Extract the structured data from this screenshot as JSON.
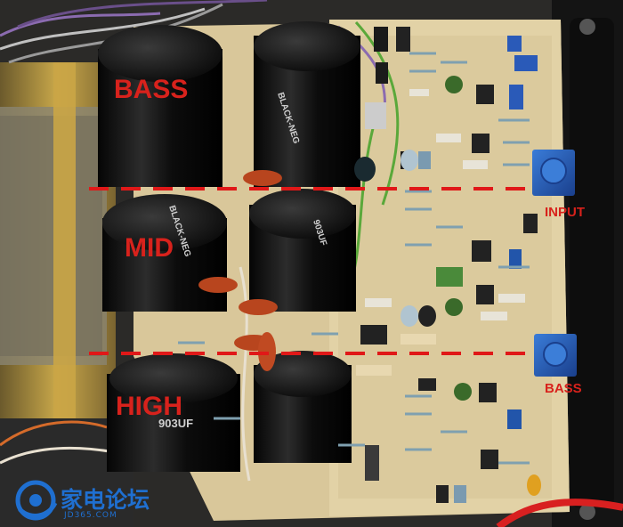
{
  "labels": {
    "bass": "BASS",
    "mid": "MID",
    "high": "HIGH",
    "input_pot": "INPUT",
    "bass_pot": "BASS"
  },
  "capacitor_text": {
    "top_right": "BLACK-NEG",
    "mid_left": "BLACK-NEG",
    "mid_right": "903UF",
    "high_left": "903UF"
  },
  "watermark": {
    "text": "家电论坛",
    "sub": "JD365.COM"
  },
  "colors": {
    "annotation": "#d8221c",
    "pcb": "#d9c79a",
    "capacitor": "#111111",
    "chassis": "#2a2a2a",
    "transformer": "#b8953a",
    "watermark": "#1f6fd0"
  }
}
